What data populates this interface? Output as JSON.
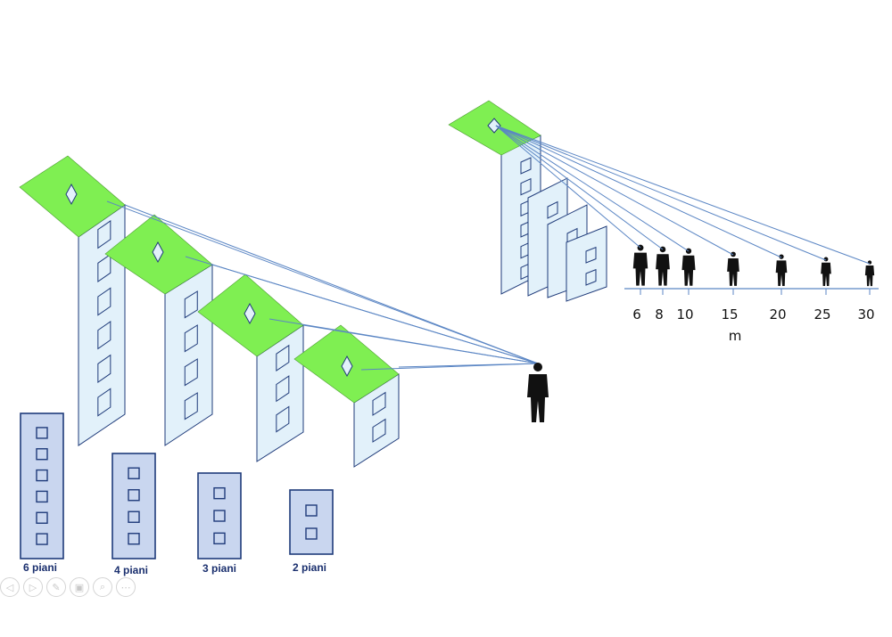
{
  "buildings": [
    {
      "label": "6 piani",
      "floors": 6
    },
    {
      "label": "4 piani",
      "floors": 4
    },
    {
      "label": "3 piani",
      "floors": 3
    },
    {
      "label": "2 piani",
      "floors": 2
    }
  ],
  "distance_scale": {
    "ticks": [
      "6",
      "8",
      "10",
      "15",
      "20",
      "25",
      "30"
    ],
    "unit": "m"
  },
  "colors": {
    "roof": "#7fef52",
    "facade": "#e2f1fa",
    "front": "#c9d6ef",
    "outline": "#1f3b7a",
    "sightline": "#5b86c4"
  },
  "toolbar": [
    {
      "icon": "previous-icon",
      "glyph": "◁"
    },
    {
      "icon": "play-icon",
      "glyph": "▷"
    },
    {
      "icon": "pen-icon",
      "glyph": "✎"
    },
    {
      "icon": "slides-icon",
      "glyph": "▣"
    },
    {
      "icon": "zoom-icon",
      "glyph": "⌕"
    },
    {
      "icon": "more-icon",
      "glyph": "⋯"
    }
  ]
}
